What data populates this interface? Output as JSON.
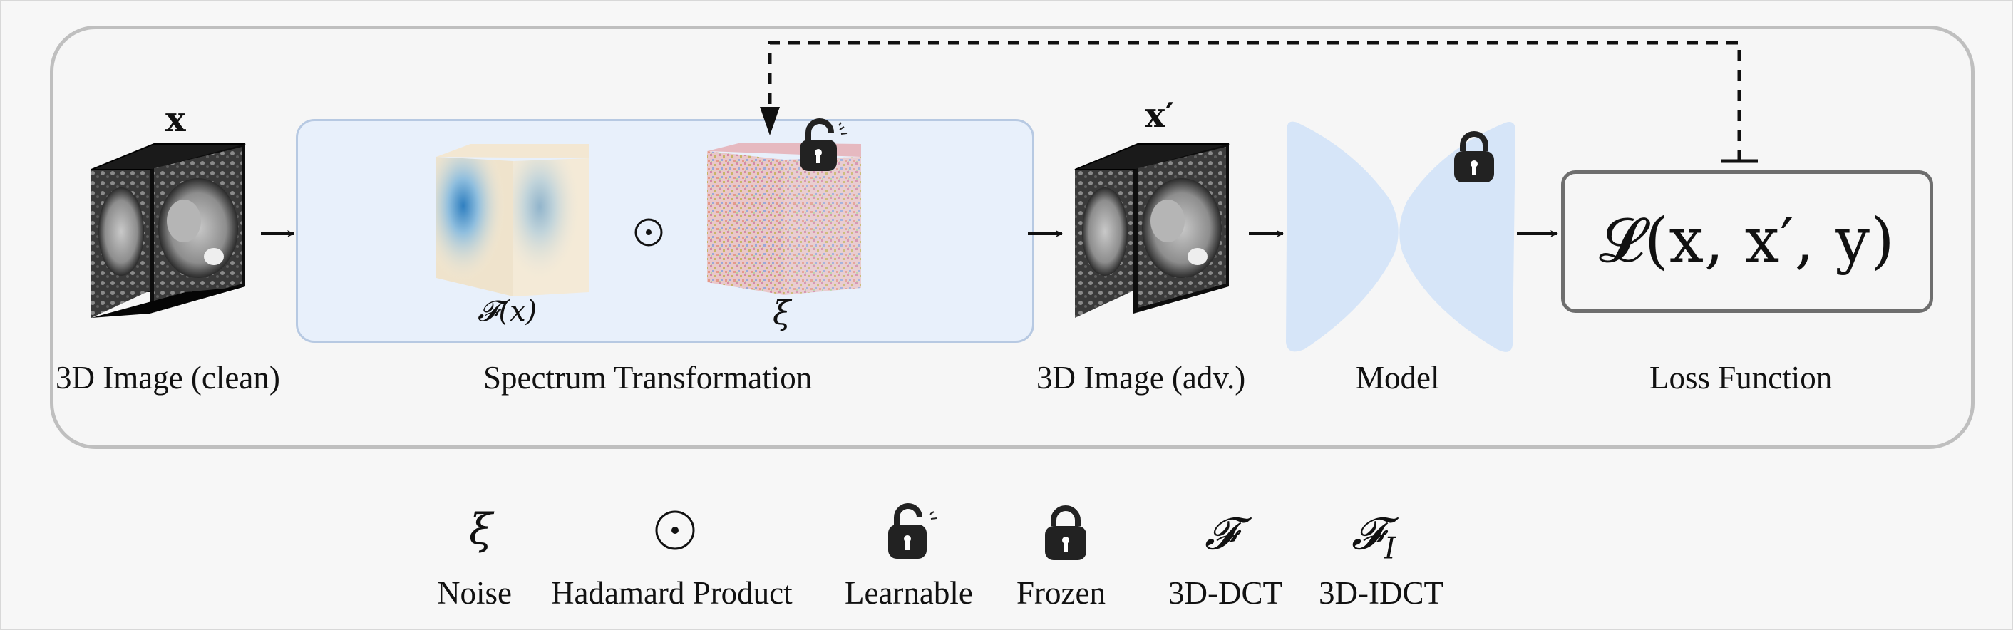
{
  "pipeline": {
    "clean_image": {
      "symbol": "x",
      "label": "3D Image (clean)"
    },
    "spectrum": {
      "label": "Spectrum  Transformation",
      "dct_caption": "𝓕(x)",
      "operator": "⊙",
      "noise_caption": "ξ"
    },
    "adv_image": {
      "symbol": "x′",
      "label": "3D Image (adv.)"
    },
    "model": {
      "label": "Model"
    },
    "loss": {
      "formula": "𝓛(x, x′, y)",
      "label": "Loss Function"
    }
  },
  "legend": [
    {
      "symbol": "ξ",
      "label": "Noise"
    },
    {
      "symbol": "⊙",
      "label": "Hadamard Product"
    },
    {
      "symbol": "learnable-lock-icon",
      "label": "Learnable"
    },
    {
      "symbol": "frozen-lock-icon",
      "label": "Frozen"
    },
    {
      "symbol": "𝓕",
      "label": "3D-DCT"
    },
    {
      "symbol": "𝓕",
      "subscript": "I",
      "label": "3D-IDCT"
    }
  ],
  "colors": {
    "panel_border": "#bfbfbf",
    "spectrum_fill": "#e8f0fb",
    "model_fill": "#d6e5f8",
    "loss_border": "#6e6e6e",
    "lock": "#222222"
  }
}
